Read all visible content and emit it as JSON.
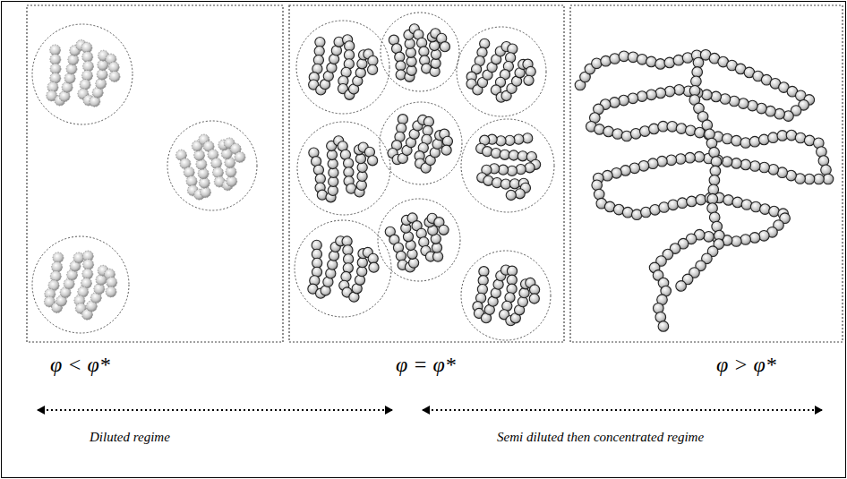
{
  "diagram": {
    "labels": [
      "φ < φ*",
      "φ = φ*",
      "φ > φ*",
      "Diluted regime",
      "Semi diluted then concentrated regime"
    ]
  }
}
